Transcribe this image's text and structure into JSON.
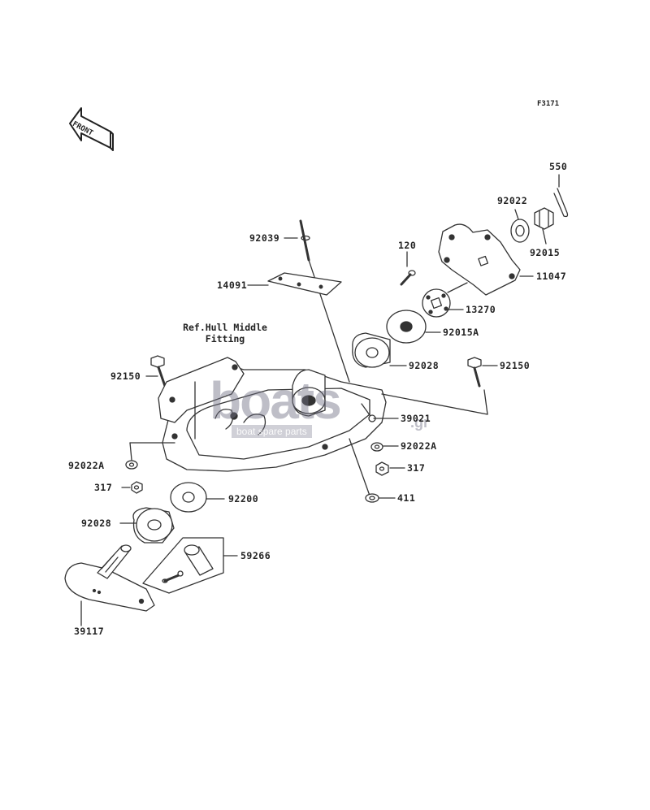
{
  "figure_code": "F3171",
  "front_badge": "FRONT",
  "ref_note": [
    "Ref.Hull Middle",
    "Fitting"
  ],
  "watermark": {
    "main": "boats",
    "suffix": ".gr",
    "sub": "boat spare parts"
  },
  "parts": {
    "p550": "550",
    "p92022": "92022",
    "p92015": "92015",
    "p11047": "11047",
    "p92039": "92039",
    "p120": "120",
    "p14091": "14091",
    "p13270": "13270",
    "p92015A": "92015A",
    "p92028_top": "92028",
    "p92150_right": "92150",
    "p92150_left": "92150",
    "p39021": "39021",
    "p92022A_right": "92022A",
    "p317_right": "317",
    "p411": "411",
    "p92022A_left": "92022A",
    "p317_left": "317",
    "p92200": "92200",
    "p92028_bottom": "92028",
    "p59266": "59266",
    "p39117": "39117"
  }
}
